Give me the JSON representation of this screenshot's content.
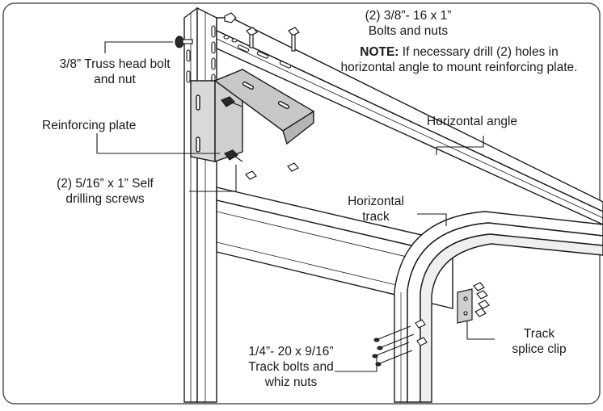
{
  "labels": {
    "truss_bolt": [
      "3/8” Truss head bolt",
      "and nut"
    ],
    "bolts_nuts": [
      "(2) 3/8”- 16 x 1”",
      "Bolts and nuts"
    ],
    "note": {
      "head": "NOTE:",
      "line1": " If necessary drill (2) holes in",
      "line2": "horizontal angle to mount reinforcing plate."
    },
    "reinforcing_plate": "Reinforcing plate",
    "horizontal_angle": "Horizontal angle",
    "self_drilling": [
      "(2) 5/16” x 1” Self",
      "drilling screws"
    ],
    "horizontal_track": [
      "Horizontal",
      "track"
    ],
    "track_bolts": [
      "1/4”- 20 x 9/16”",
      "Track bolts and",
      "whiz nuts"
    ],
    "track_splice": [
      "Track",
      "splice clip"
    ]
  },
  "colors": {
    "line": "#1a1a1a",
    "metal": "#ffffff",
    "plate": "#d4d4d4",
    "frame": "#555555"
  }
}
